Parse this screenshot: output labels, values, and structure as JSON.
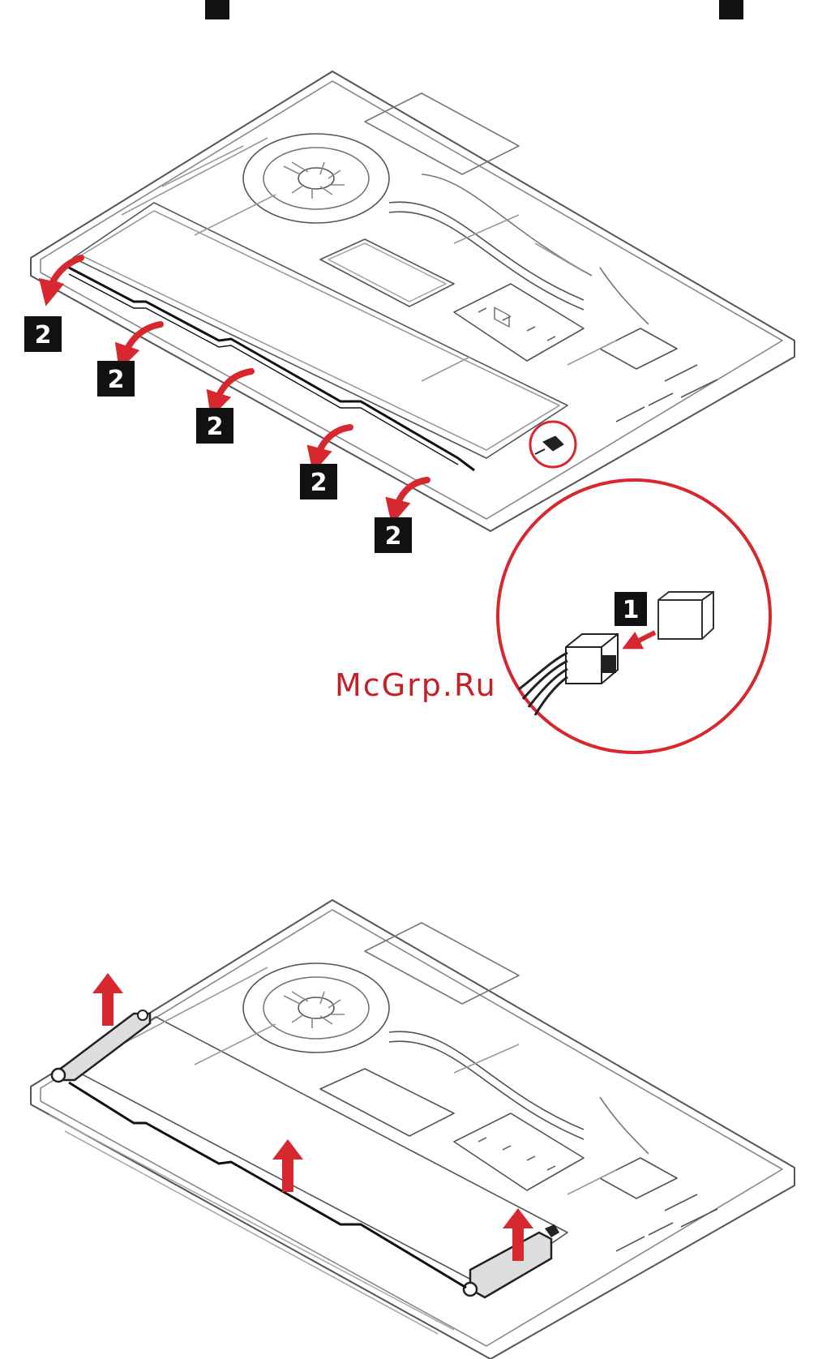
{
  "watermark": "McGrp.Ru",
  "colors": {
    "accent": "#d7282f",
    "line": "#333333",
    "light_line": "#777777",
    "badge": "#111111"
  },
  "figure1": {
    "callouts": [
      "2",
      "2",
      "2",
      "2",
      "2"
    ],
    "connector_callout": "1"
  }
}
